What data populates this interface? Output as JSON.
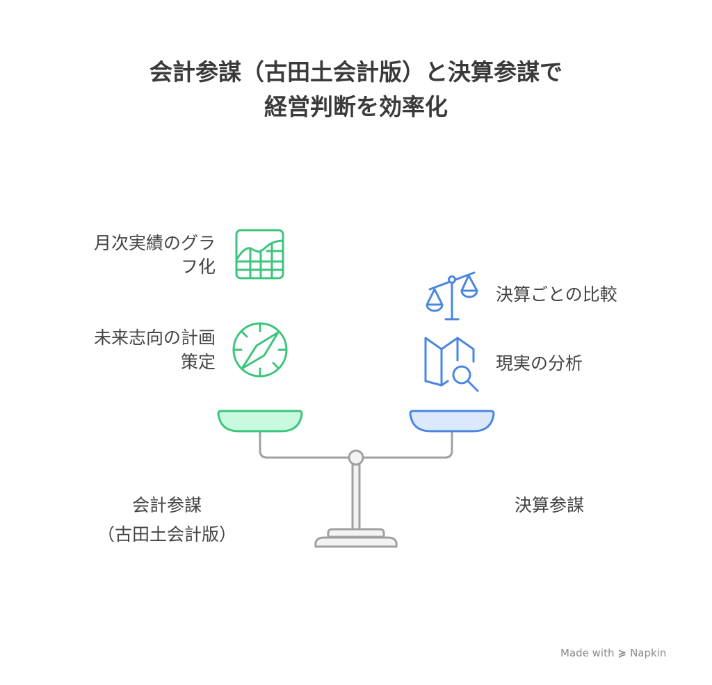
{
  "title": {
    "line1": "会計参謀（古田土会計版）と決算参謀で",
    "line2": "経営判断を効率化"
  },
  "left": {
    "item1": {
      "line1": "月次実績のグラ",
      "line2": "フ化",
      "icon": "chart-grid-icon"
    },
    "item2": {
      "line1": "未来志向の計画",
      "line2": "策定",
      "icon": "compass-icon"
    },
    "label_line1": "会計参謀",
    "label_line2": "（古田土会計版）",
    "color": "#3cc47c",
    "fill": "#c9fadf"
  },
  "right": {
    "item1": {
      "label": "決算ごとの比較",
      "icon": "balance-scale-icon"
    },
    "item2": {
      "label": "現実の分析",
      "icon": "map-search-icon"
    },
    "label": "決算参謀",
    "color": "#4a86e0",
    "fill": "#dce8fb"
  },
  "footer": {
    "made_with": "Made with",
    "brand": "Napkin"
  }
}
